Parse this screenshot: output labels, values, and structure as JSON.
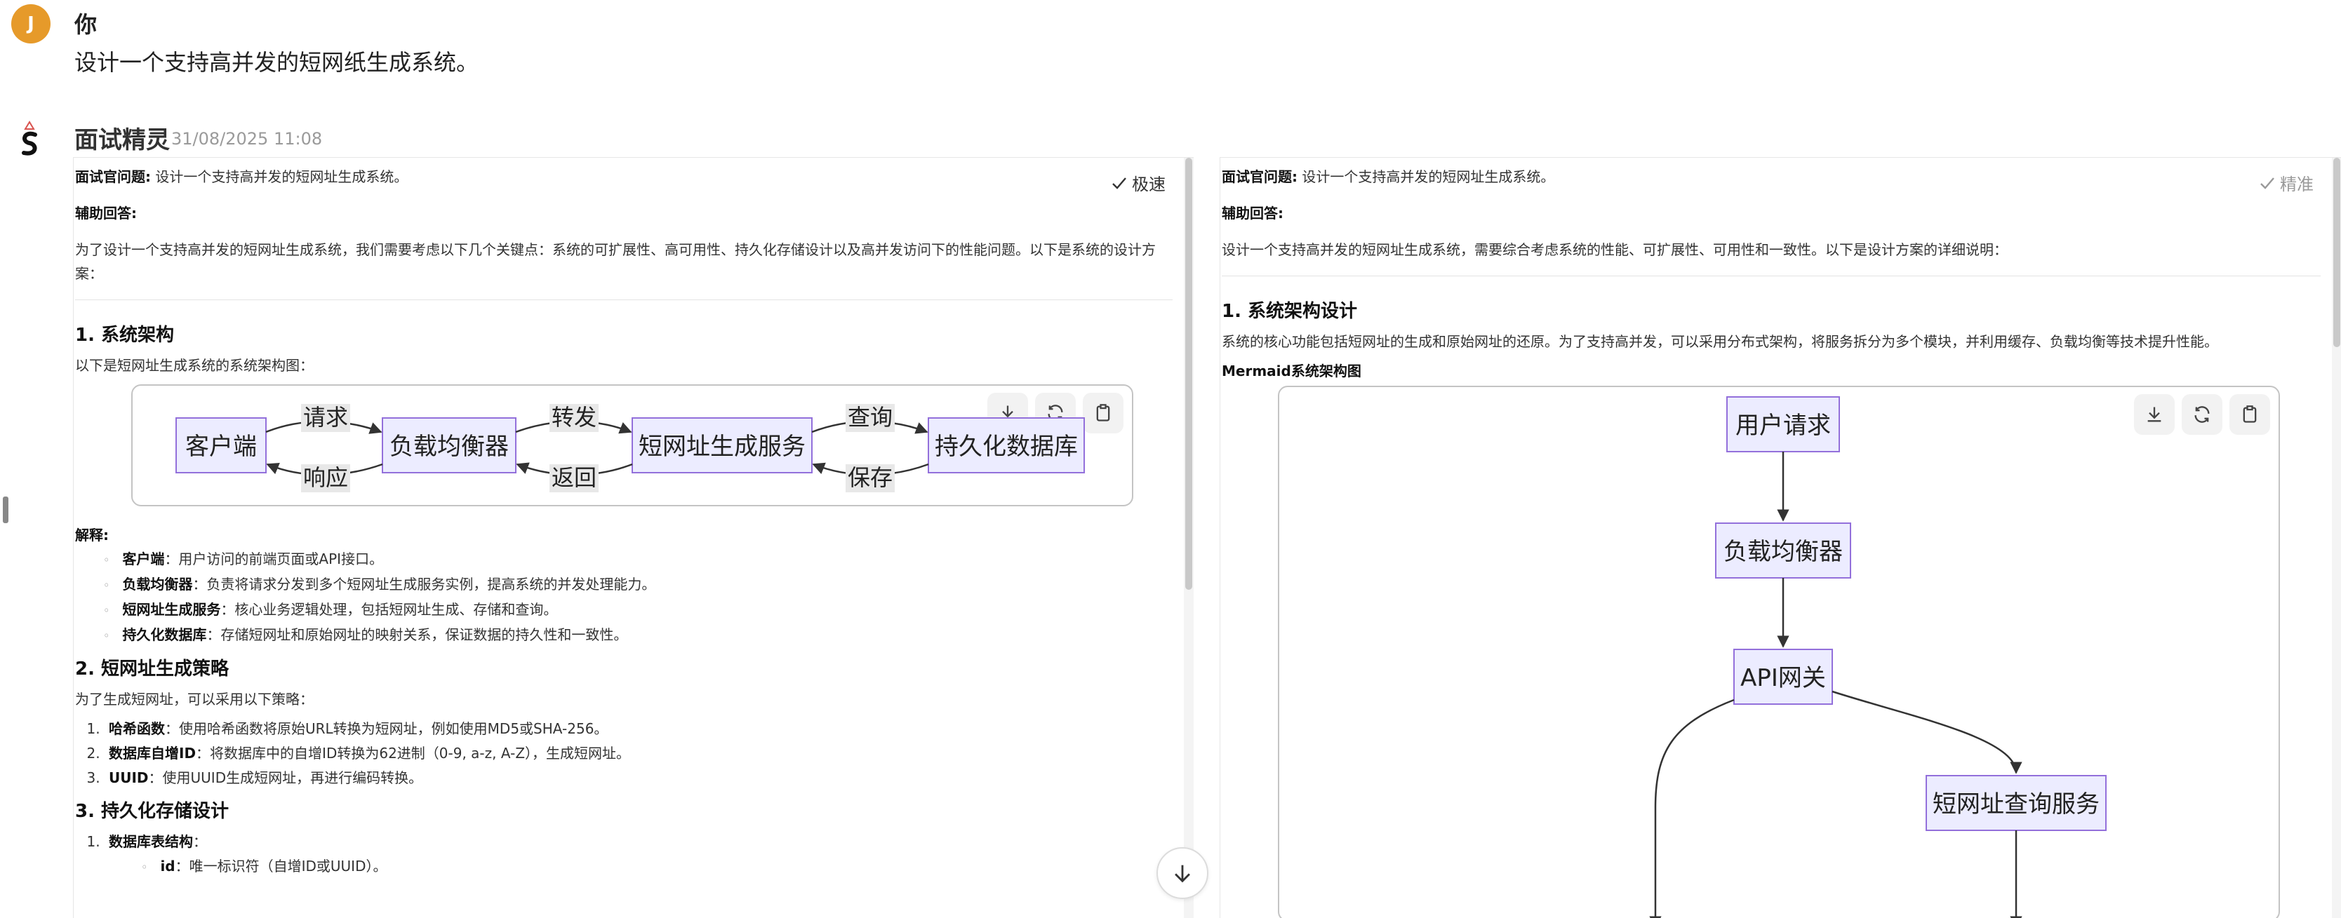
{
  "user": {
    "avatar_letter": "J",
    "name": "你",
    "message": "设计一个支持高并发的短网纸生成系统。"
  },
  "bot": {
    "name": "面试精灵",
    "timestamp": "31/08/2025 11:08"
  },
  "left": {
    "mode": "极速",
    "question_label": "面试官问题:",
    "question": "设计一个支持高并发的短网址生成系统。",
    "assist_label": "辅助回答:",
    "intro_line1": "为了设计一个支持高并发的短网址生成系统，我们需要考虑以下几个关键点：系统的可扩展性、高可用性、持久化存储设计以及高并发访问下的性能问题。以下是系统的设计方",
    "intro_line2": "案：",
    "s1_title": "1. 系统架构",
    "s1_desc": "以下是短网址生成系统的系统架构图：",
    "diagram": {
      "nodes": [
        "客户端",
        "负载均衡器",
        "短网址生成服务",
        "持久化数据库"
      ],
      "edges_forward": [
        "请求",
        "转发",
        "查询"
      ],
      "edges_back": [
        "响应",
        "返回",
        "保存"
      ]
    },
    "explain_label": "解释",
    "explain": [
      {
        "term": "客户端",
        "text": "：用户访问的前端页面或API接口。"
      },
      {
        "term": "负载均衡器",
        "text": "：负责将请求分发到多个短网址生成服务实例，提高系统的并发处理能力。"
      },
      {
        "term": "短网址生成服务",
        "text": "：核心业务逻辑处理，包括短网址生成、存储和查询。"
      },
      {
        "term": "持久化数据库",
        "text": "：存储短网址和原始网址的映射关系，保证数据的持久性和一致性。"
      }
    ],
    "s2_title": "2. 短网址生成策略",
    "s2_desc": "为了生成短网址，可以采用以下策略：",
    "strategies": [
      {
        "term": "哈希函数",
        "text": "：使用哈希函数将原始URL转换为短网址，例如使用MD5或SHA-256。"
      },
      {
        "term": "数据库自增ID",
        "text": "：将数据库中的自增ID转换为62进制（0-9, a-z, A-Z），生成短网址。"
      },
      {
        "term": "UUID",
        "text": "：使用UUID生成短网址，再进行编码转换。"
      }
    ],
    "s3_title": "3. 持久化存储设计",
    "storage_item": {
      "term": "数据库表结构",
      "text": "："
    },
    "storage_sub": {
      "term": "id",
      "text": "：唯一标识符（自增ID或UUID）。"
    }
  },
  "right": {
    "mode": "精准",
    "question_label": "面试官问题:",
    "question": "设计一个支持高并发的短网址生成系统。",
    "assist_label": "辅助回答:",
    "intro": "设计一个支持高并发的短网址生成系统，需要综合考虑系统的性能、可扩展性、可用性和一致性。以下是设计方案的详细说明：",
    "s1_title": "1. 系统架构设计",
    "s1_desc": "系统的核心功能包括短网址的生成和原始网址的还原。为了支持高并发，可以采用分布式架构，将服务拆分为多个模块，并利用缓存、负载均衡等技术提升性能。",
    "mermaid_label": "Mermaid系统架构图",
    "diagram": {
      "nodes": [
        "用户请求",
        "负载均衡器",
        "API网关",
        "短网址查询服务"
      ]
    }
  },
  "icons": {
    "download": "download-icon",
    "refresh": "refresh-icon",
    "copy": "clipboard-icon",
    "check": "check-icon",
    "scroll_down": "arrow-down-icon"
  },
  "colors": {
    "avatar": "#e69a2a",
    "node_fill": "#ececff",
    "node_stroke": "#9370db",
    "edge": "#333333"
  }
}
